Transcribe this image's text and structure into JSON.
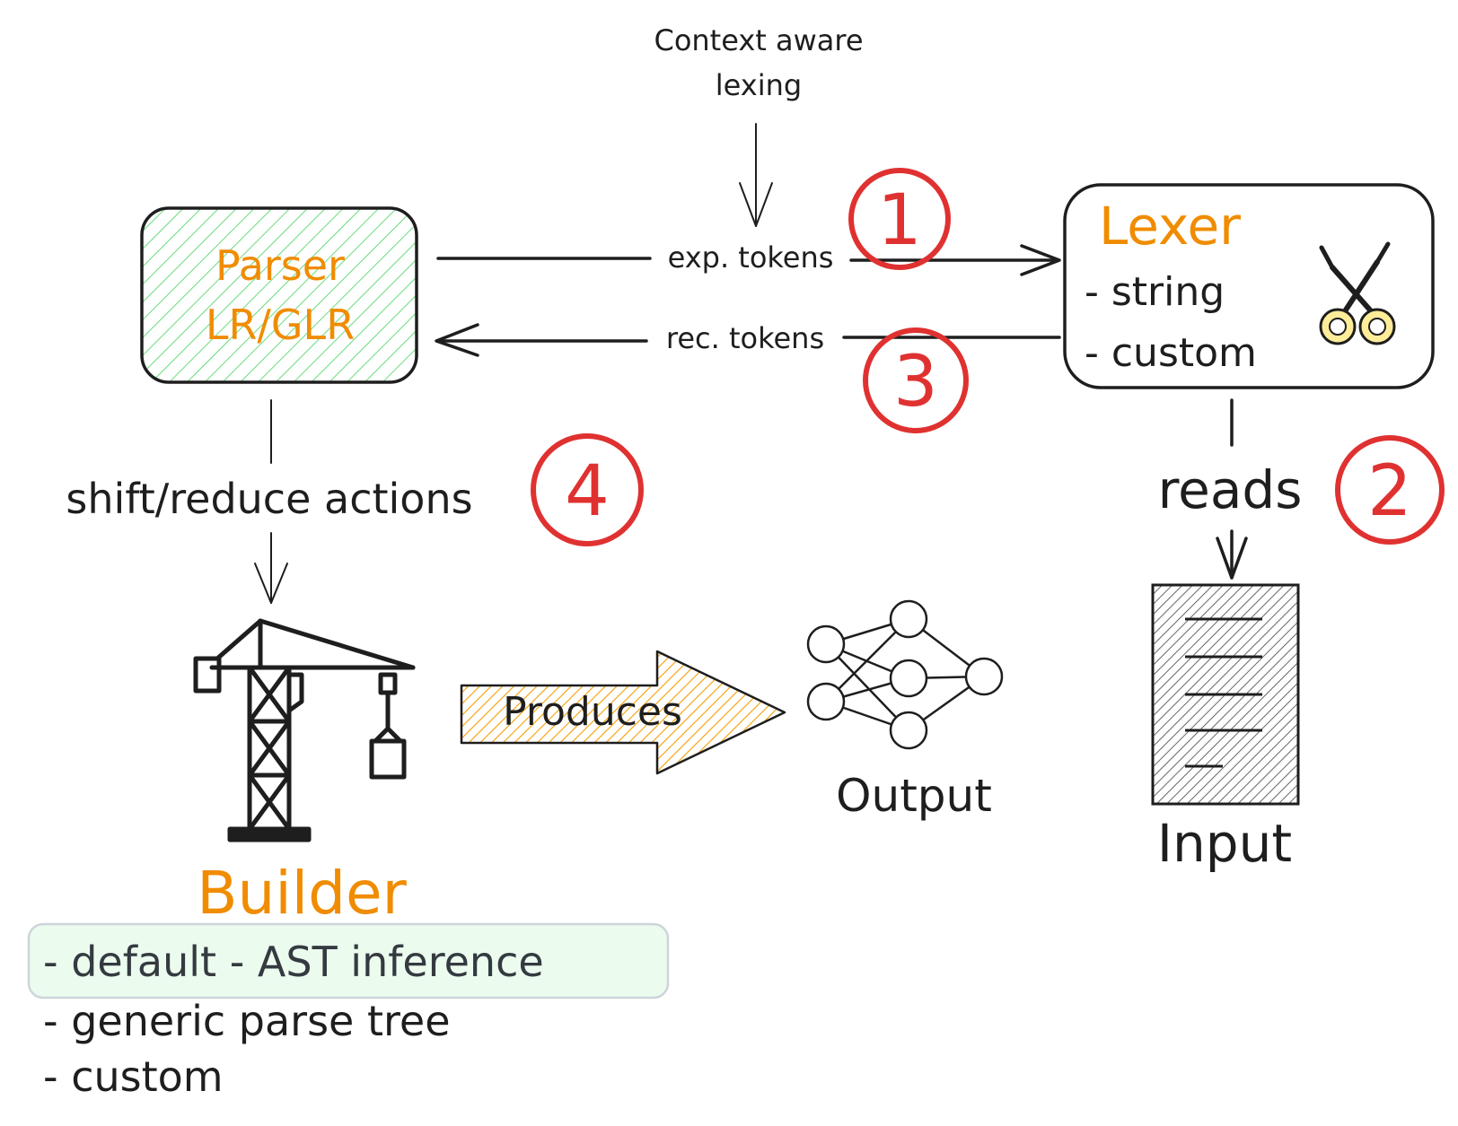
{
  "context_label": [
    "Context aware",
    "lexing"
  ],
  "parser": {
    "title": "Parser",
    "subtitle": "LR/GLR"
  },
  "lexer": {
    "title": "Lexer",
    "items": [
      "- string",
      "- custom"
    ],
    "icon": "scissors-icon"
  },
  "edges": {
    "exp_tokens": "exp. tokens",
    "rec_tokens": "rec. tokens",
    "shift_reduce": "shift/reduce actions",
    "reads": "reads",
    "produces": "Produces"
  },
  "steps": [
    "1",
    "2",
    "3",
    "4"
  ],
  "builder": {
    "title": "Builder",
    "items": [
      "- default - AST inference",
      "- generic parse tree",
      "- custom"
    ],
    "icon": "crane-icon"
  },
  "output": {
    "label": "Output",
    "icon": "neural-network-icon"
  },
  "input": {
    "label": "Input",
    "icon": "document-icon"
  },
  "colors": {
    "accent_orange": "#f08c00",
    "step_red": "#e03131",
    "parser_fill": "#b2f2bb",
    "highlight_fill": "#ebfbee",
    "ink": "#1e1e1e",
    "scissors_gold": "#ffec99"
  }
}
